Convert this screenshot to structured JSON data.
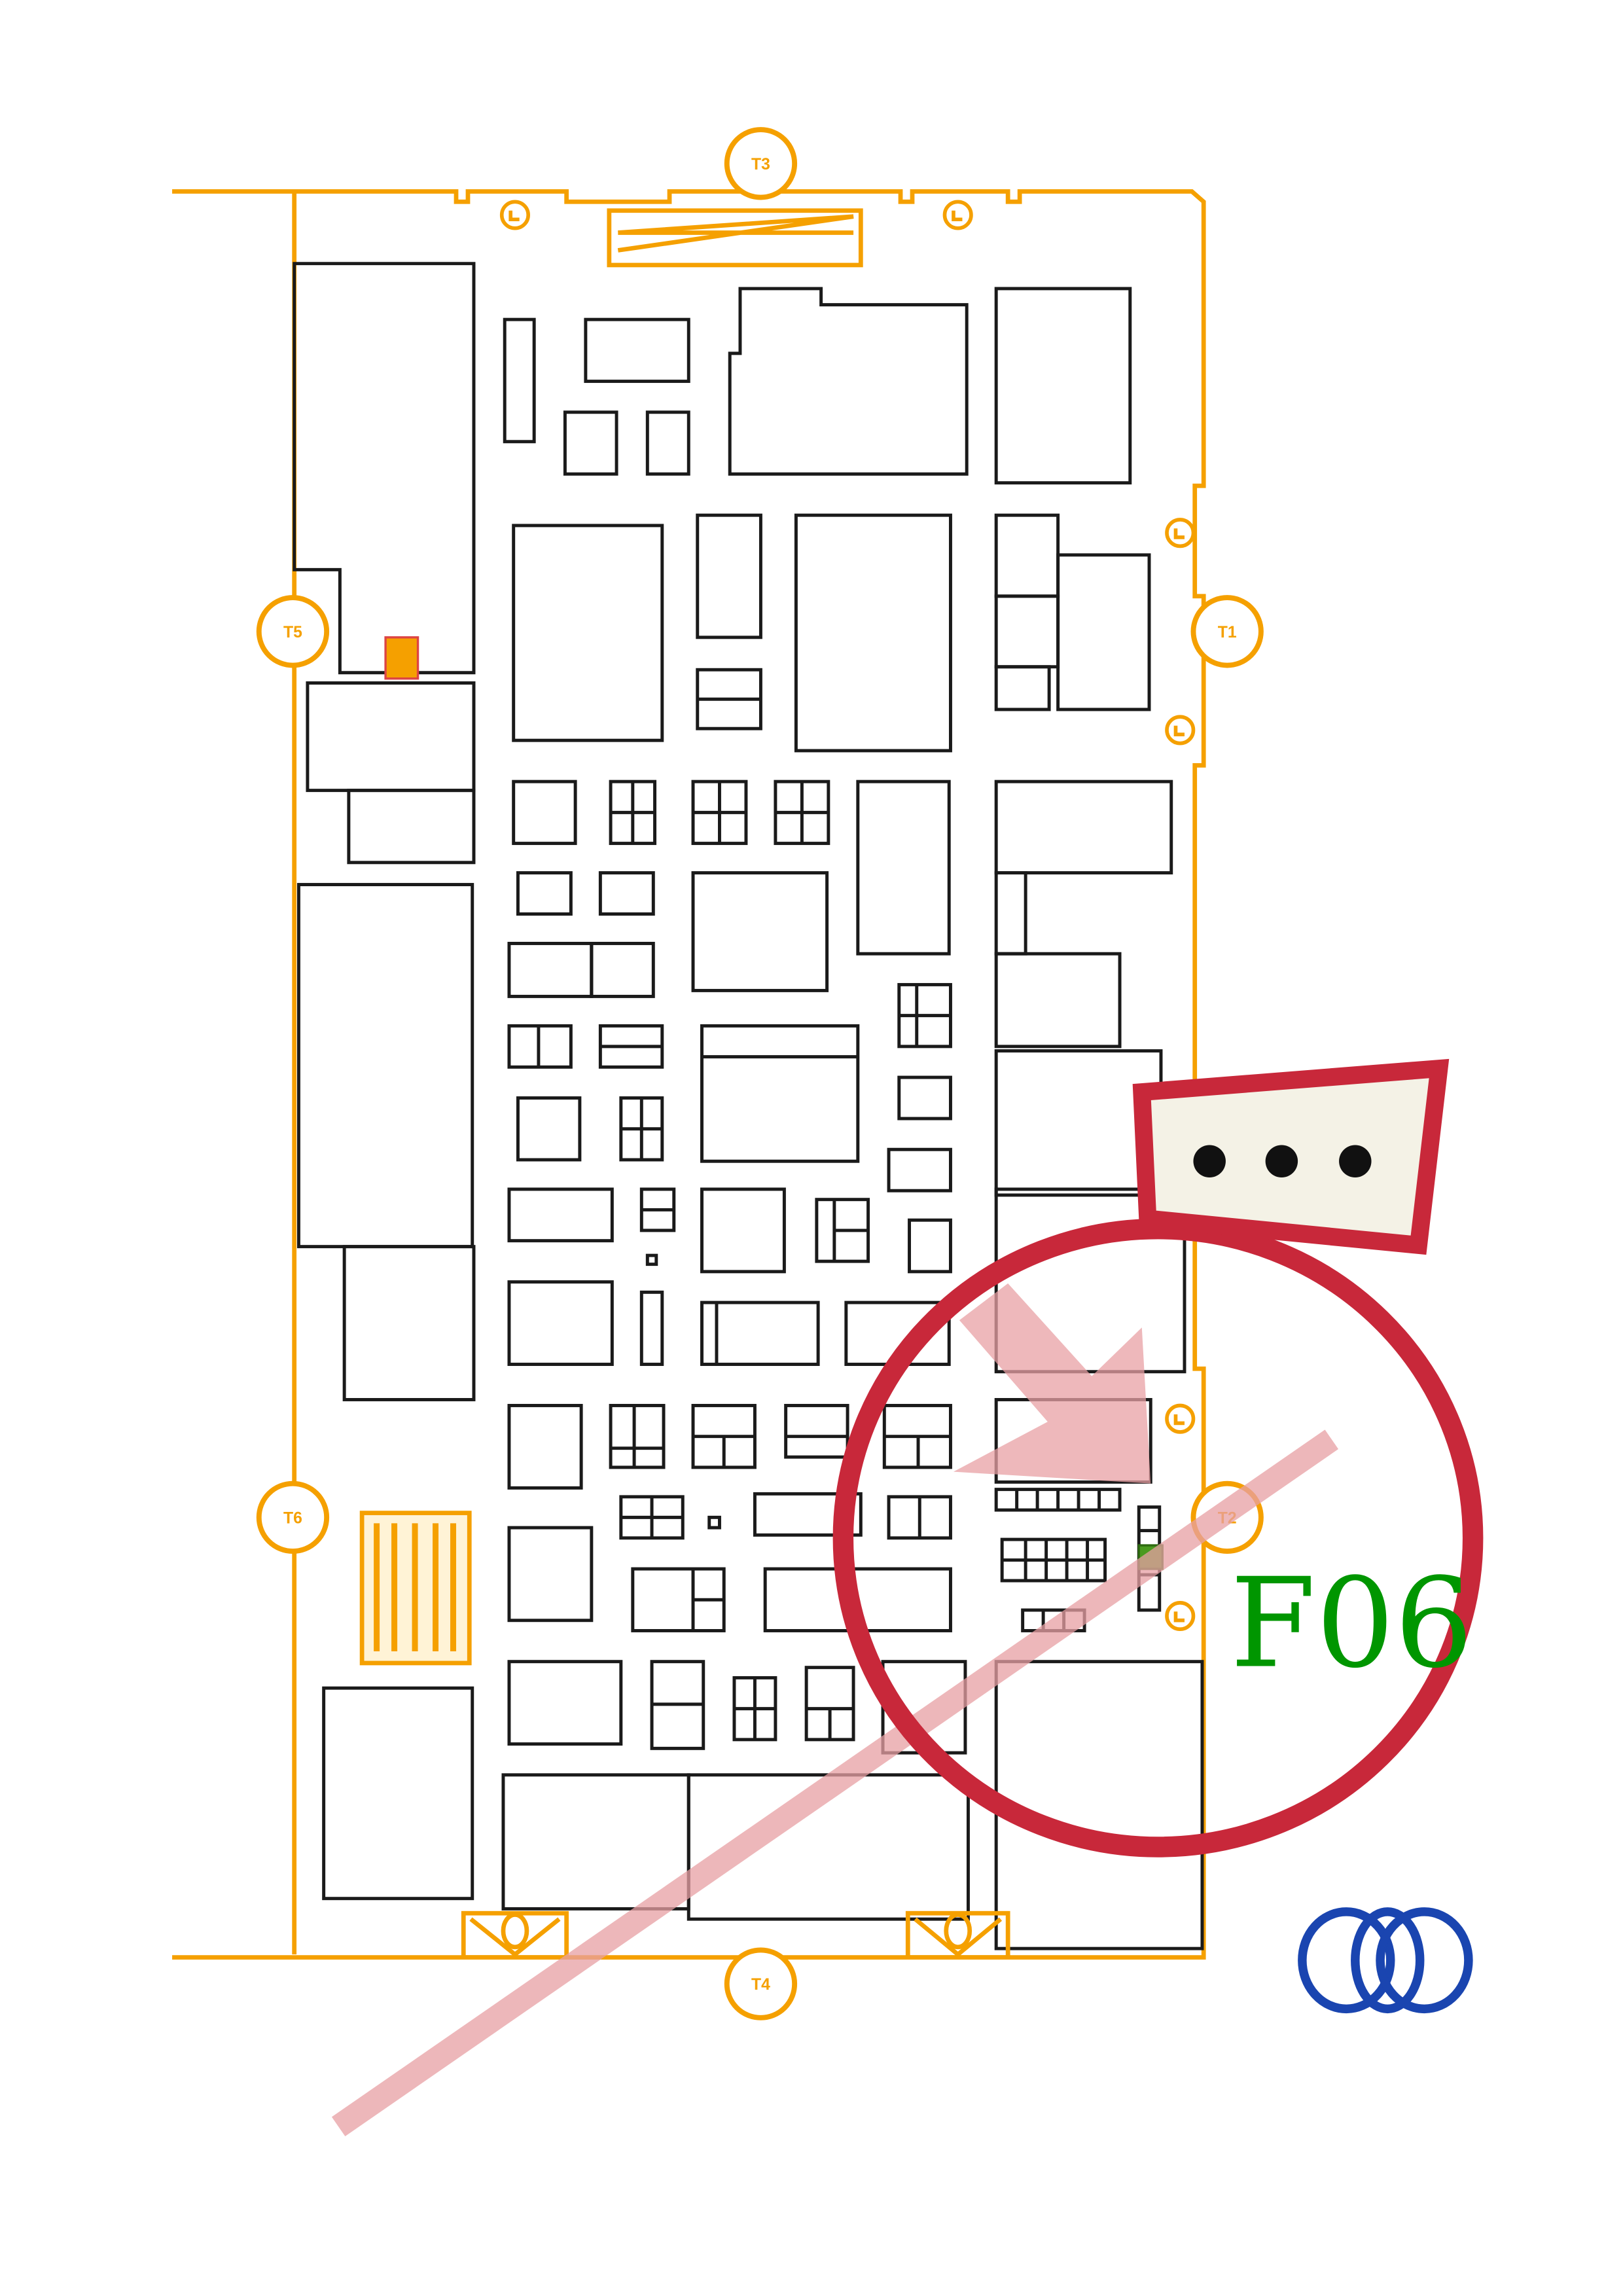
{
  "diagram": {
    "test_points": [
      {
        "id": "t1",
        "label": "T1"
      },
      {
        "id": "t2",
        "label": "T2"
      },
      {
        "id": "t3",
        "label": "T3"
      },
      {
        "id": "t4",
        "label": "T4"
      },
      {
        "id": "t5",
        "label": "T5"
      },
      {
        "id": "t6",
        "label": "T6"
      }
    ],
    "callout_label": "F06",
    "bubble_icon": "ellipsis-icon",
    "logo_icon": "interlocking-rings-logo",
    "colors": {
      "board_outline": "#f5a000",
      "component_outline": "#1a1a1a",
      "highlight_circle": "#c8283a",
      "arrow_and_strike": "#e8a0a4",
      "callout_text": "#009600",
      "marked_part": "#4a9a1f",
      "logo": "#1a45b0",
      "bubble_fill": "#f4f2e6"
    }
  }
}
